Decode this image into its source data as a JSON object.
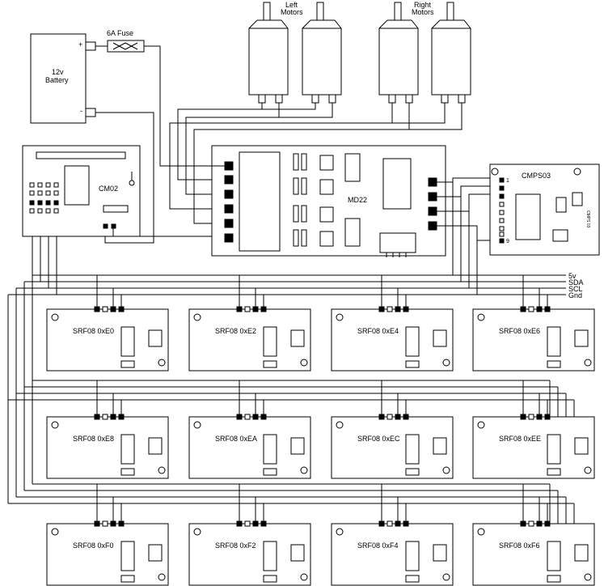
{
  "battery": {
    "line1": "12v",
    "line2": "Battery",
    "plus": "+",
    "minus": "-"
  },
  "fuse": {
    "label": "6A Fuse"
  },
  "motors": {
    "left_line1": "Left",
    "left_line2": "Motors",
    "right_line1": "Right",
    "right_line2": "Motors"
  },
  "cm02": {
    "label": "CM02"
  },
  "md22": {
    "label": "MD22"
  },
  "cmps03": {
    "label": "CMPS03",
    "pin1": "1",
    "pin9": "9",
    "chip_text": "CMPS 03"
  },
  "bus": {
    "v5": "5v",
    "sda": "SDA",
    "scl": "SCL",
    "gnd": "Gnd"
  },
  "sonars": [
    {
      "label": "SRF08 0xE0"
    },
    {
      "label": "SRF08 0xE2"
    },
    {
      "label": "SRF08 0xE4"
    },
    {
      "label": "SRF08 0xE6"
    },
    {
      "label": "SRF08 0xE8"
    },
    {
      "label": "SRF08 0xEA"
    },
    {
      "label": "SRF08 0xEC"
    },
    {
      "label": "SRF08 0xEE"
    },
    {
      "label": "SRF08 0xF0"
    },
    {
      "label": "SRF08 0xF2"
    },
    {
      "label": "SRF08 0xF4"
    },
    {
      "label": "SRF08 0xF6"
    }
  ]
}
